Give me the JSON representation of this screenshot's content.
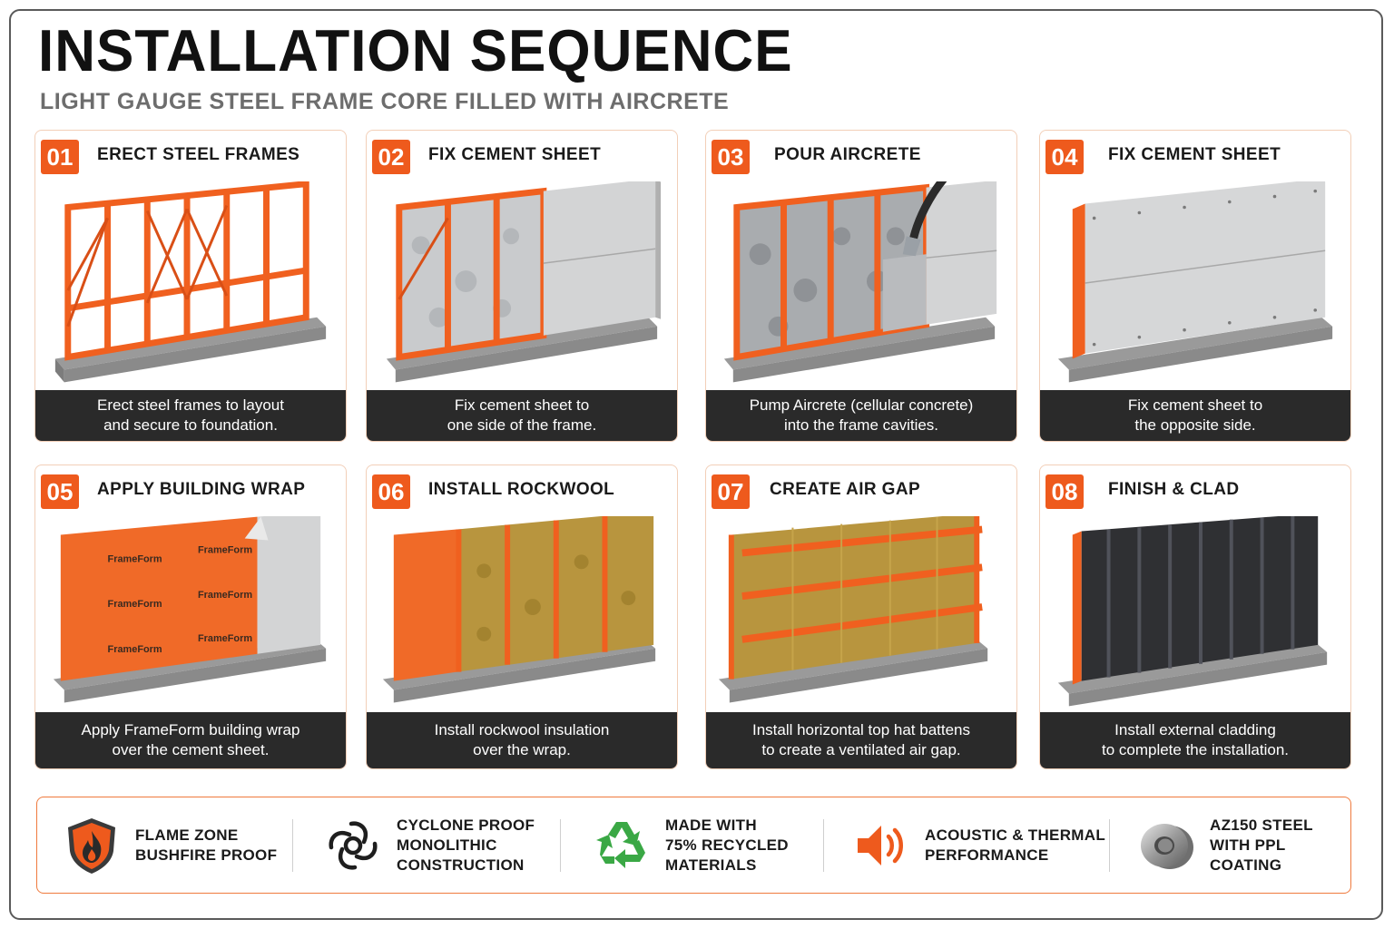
{
  "header": {
    "title": "INSTALLATION SEQUENCE",
    "subtitle": "LIGHT GAUGE STEEL FRAME CORE FILLED WITH AIRCRETE"
  },
  "steps": [
    {
      "num": "01",
      "title": "ERECT STEEL FRAMES",
      "line1": "Erect steel frames to layout",
      "line2": "and secure to foundation."
    },
    {
      "num": "02",
      "title": "FIX CEMENT SHEET",
      "line1": "Fix cement sheet to",
      "line2": "one side of the frame."
    },
    {
      "num": "03",
      "title": "POUR AIRCRETE",
      "line1": "Pump Aircrete (cellular concrete)",
      "line2": "into the frame cavities."
    },
    {
      "num": "04",
      "title": "FIX CEMENT SHEET",
      "line1": "Fix cement sheet to",
      "line2": "the opposite side."
    },
    {
      "num": "05",
      "title": "APPLY BUILDING WRAP",
      "line1": "Apply FrameForm building wrap",
      "line2": "over the cement sheet."
    },
    {
      "num": "06",
      "title": "INSTALL ROCKWOOL",
      "line1": "Install rockwool insulation",
      "line2": "over the wrap."
    },
    {
      "num": "07",
      "title": "CREATE AIR GAP",
      "line1": "Install horizontal top hat battens",
      "line2": "to create a ventilated air gap."
    },
    {
      "num": "08",
      "title": "FINISH & CLAD",
      "line1": "Install external cladding",
      "line2": "to complete the installation."
    }
  ],
  "wrap_brand": "FrameForm",
  "features": [
    {
      "icon": "flame-shield-icon",
      "line1": "FLAME ZONE",
      "line2": "BUSHFIRE PROOF",
      "line3": ""
    },
    {
      "icon": "cyclone-icon",
      "line1": "CYCLONE PROOF",
      "line2": "MONOLITHIC",
      "line3": "CONSTRUCTION"
    },
    {
      "icon": "recycle-icon",
      "line1": "MADE WITH",
      "line2": "75% RECYCLED",
      "line3": "MATERIALS"
    },
    {
      "icon": "speaker-icon",
      "line1": "ACOUSTIC & THERMAL",
      "line2": "PERFORMANCE",
      "line3": ""
    },
    {
      "icon": "steel-coil-icon",
      "line1": "AZ150 STEEL",
      "line2": "WITH PPL COATING",
      "line3": ""
    }
  ],
  "colors": {
    "accent": "#ee5a1d",
    "steel": "#f0601f",
    "cement": "#cfcfcf",
    "rockwool": "#b8953e",
    "cladding": "#2f3033",
    "caption_bg": "#2a2a2a",
    "recycle": "#3aa845"
  }
}
